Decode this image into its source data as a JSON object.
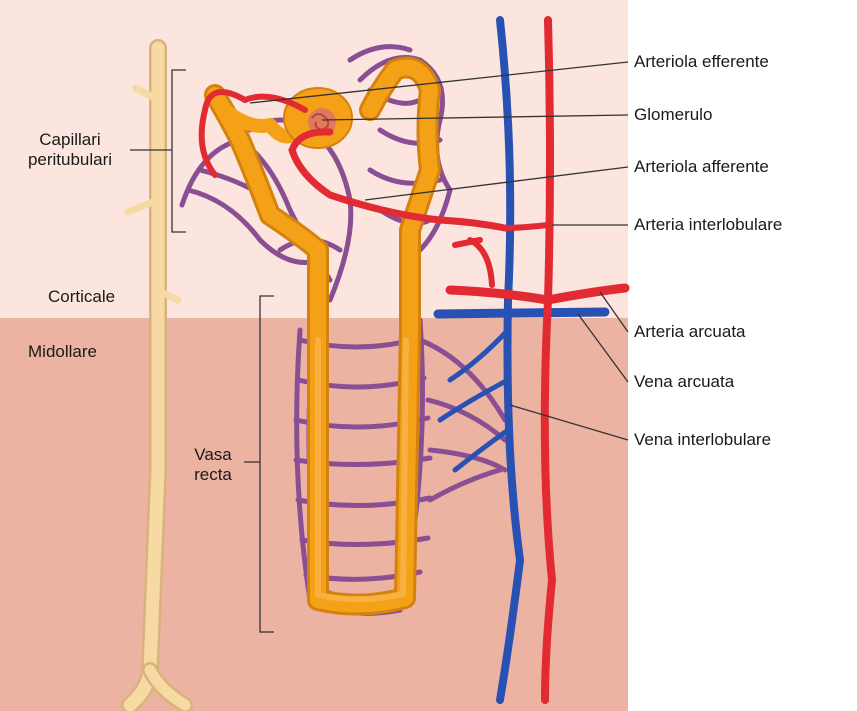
{
  "labels": {
    "arteriola_efferente": "Arteriola efferente",
    "glomerulo": "Glomerulo",
    "arteriola_afferente": "Arteriola afferente",
    "arteria_interlobulare": "Arteria interlobulare",
    "arteria_arcuata": "Arteria arcuata",
    "vena_arcuata": "Vena arcuata",
    "vena_interlobulare": "Vena interlobulare",
    "capillari_line1": "Capillari",
    "capillari_line2": "peritubulari",
    "corticale": "Corticale",
    "midollare": "Midollare",
    "vasa_line1": "Vasa",
    "vasa_line2": "recta"
  },
  "colors": {
    "cortex_bg": "#fbe5de",
    "medulla_bg": "#ecb3a3",
    "artery": "#e22a32",
    "vein": "#2752b4",
    "capillary": "#8a4f93",
    "tubule": "#f5a118",
    "collecting_duct": "#f7d9a4",
    "leader_line": "#333333"
  }
}
